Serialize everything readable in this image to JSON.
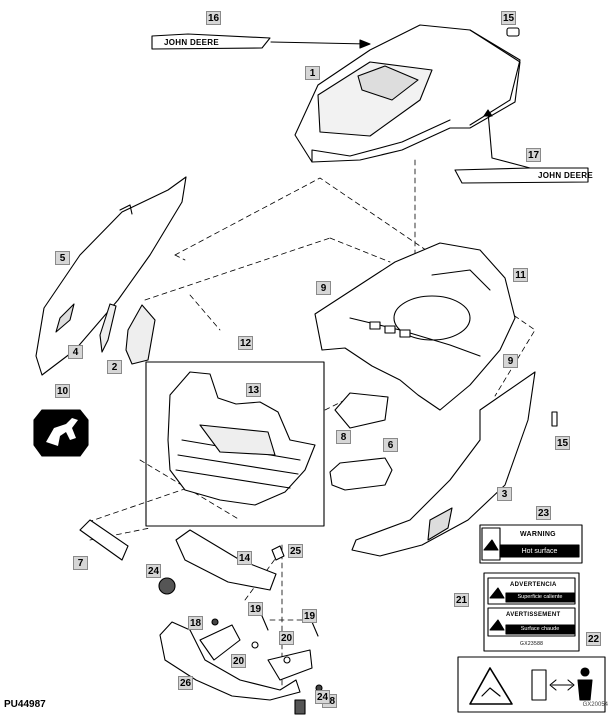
{
  "figure_ref": "PU44987",
  "corner_code": "GX20054",
  "decal_16_text": "JOHN DEERE",
  "decal_17_text": "JOHN DEERE",
  "label_23": {
    "header": "WARNING",
    "text": "Hot surface"
  },
  "label_21": {
    "panel1_header": "ADVERTENCIA",
    "panel1_text": "Superficie caliente",
    "panel2_header": "AVERTISSEMENT",
    "panel2_text": "Surface chaude",
    "code": "GX23588"
  },
  "callouts": {
    "c1": "1",
    "c2": "2",
    "c3": "3",
    "c4": "4",
    "c5": "5",
    "c6": "6",
    "c7": "7",
    "c8": "8",
    "c9a": "9",
    "c9b": "9",
    "c10": "10",
    "c11": "11",
    "c12": "12",
    "c13": "13",
    "c14": "14",
    "c15a": "15",
    "c15b": "15",
    "c16": "16",
    "c17": "17",
    "c18a": "18",
    "c18b": "18",
    "c19a": "19",
    "c19b": "19",
    "c20a": "20",
    "c20b": "20",
    "c21": "21",
    "c22": "22",
    "c23": "23",
    "c24a": "24",
    "c24b": "24",
    "c25": "25",
    "c26": "26"
  }
}
